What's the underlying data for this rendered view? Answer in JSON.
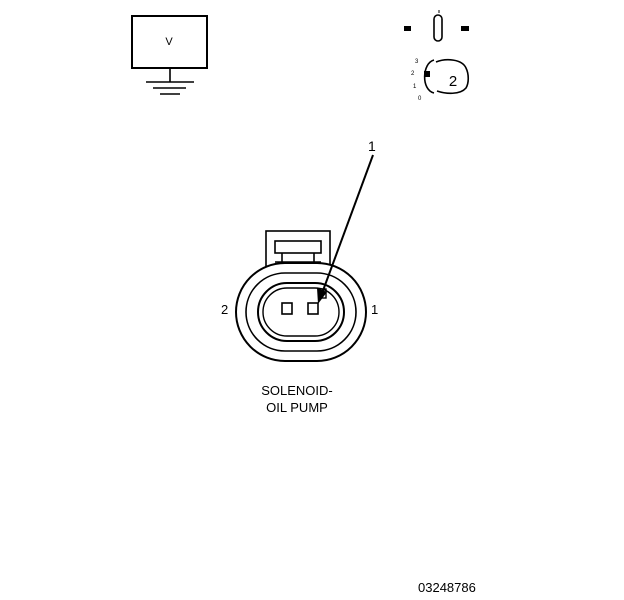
{
  "meter": {
    "symbol": "V"
  },
  "ignition": {
    "positions": [
      "3",
      "2",
      "1",
      "0"
    ],
    "key_position": "2"
  },
  "connector": {
    "callout": "1",
    "pin_left": "2",
    "pin_right": "1",
    "name_line1": "SOLENOID-",
    "name_line2": "OIL PUMP"
  },
  "figure_id": "03248786"
}
